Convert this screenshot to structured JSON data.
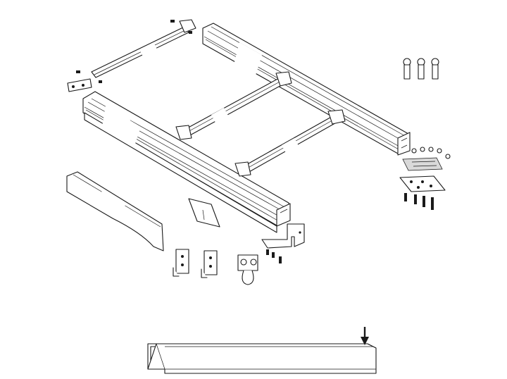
{
  "diagram": {
    "kind": "exploded-assembly-drawing",
    "line_color": "#1a1a1a",
    "background": "#ffffff",
    "parts": [
      "top-rail",
      "front-rail",
      "crossbar-rear",
      "crossbar-middle",
      "crossbar-front",
      "end-cap-plate",
      "mounting-plate",
      "slider-block",
      "cover-panel",
      "center-bracket",
      "l-bracket",
      "hook-bracket-1",
      "hook-bracket-2",
      "trolley-hanger",
      "hanger-hooks",
      "fastener-screws"
    ],
    "detail": {
      "part": "square-tube",
      "marker": "arrow-down-icon"
    }
  }
}
